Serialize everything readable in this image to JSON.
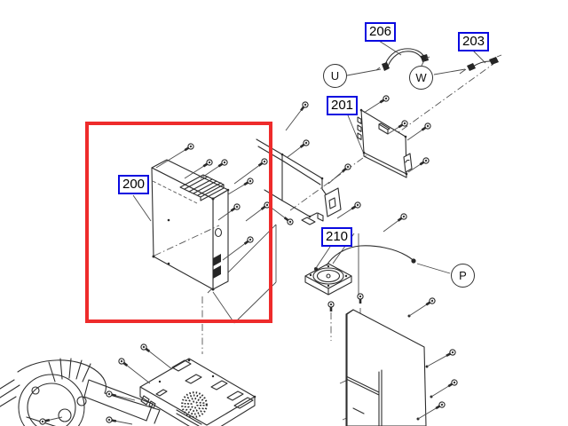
{
  "figure": {
    "background_color": "#ffffff",
    "line_color": "#2e2e2e",
    "highlight_color": "#ee2b2b",
    "label_border_color": "#0a0ae0",
    "part_labels": [
      {
        "id": "200",
        "text": "200"
      },
      {
        "id": "201",
        "text": "201"
      },
      {
        "id": "203",
        "text": "203"
      },
      {
        "id": "206",
        "text": "206"
      },
      {
        "id": "210",
        "text": "210"
      }
    ],
    "wire_callouts": [
      {
        "id": "U",
        "text": "U"
      },
      {
        "id": "W",
        "text": "W"
      },
      {
        "id": "P",
        "text": "P"
      }
    ]
  }
}
